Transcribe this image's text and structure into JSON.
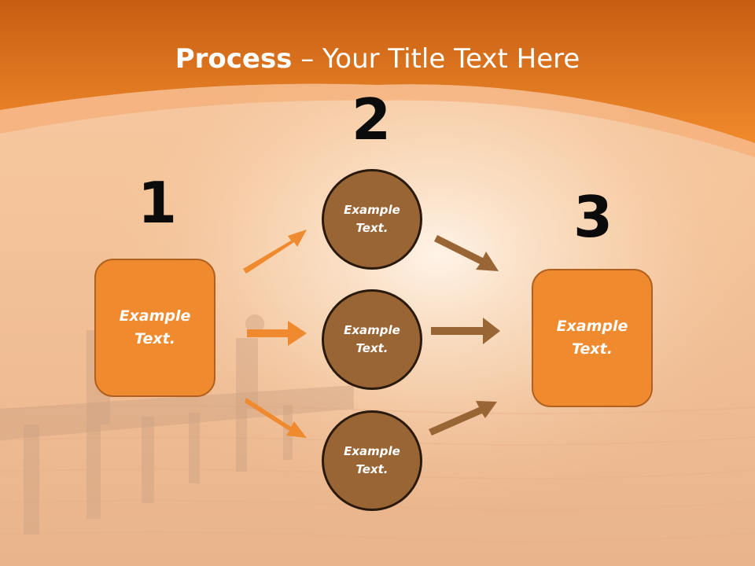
{
  "title": {
    "bold": "Process",
    "rest": " – Your Title Text Here"
  },
  "steps": [
    {
      "number": "1",
      "text": "Example\nText."
    },
    {
      "number": "2"
    },
    {
      "number": "3",
      "text": "Example\nText."
    }
  ],
  "circles": [
    {
      "text": "Example\nText."
    },
    {
      "text": "Example\nText."
    },
    {
      "text": "Example\nText."
    }
  ],
  "colors": {
    "orange_arrow": "#ef8a2f",
    "brown_arrow": "#9a6534",
    "box_fill": "#ef8a2f",
    "circle_fill": "#9a6534",
    "header": "#e9781c"
  }
}
